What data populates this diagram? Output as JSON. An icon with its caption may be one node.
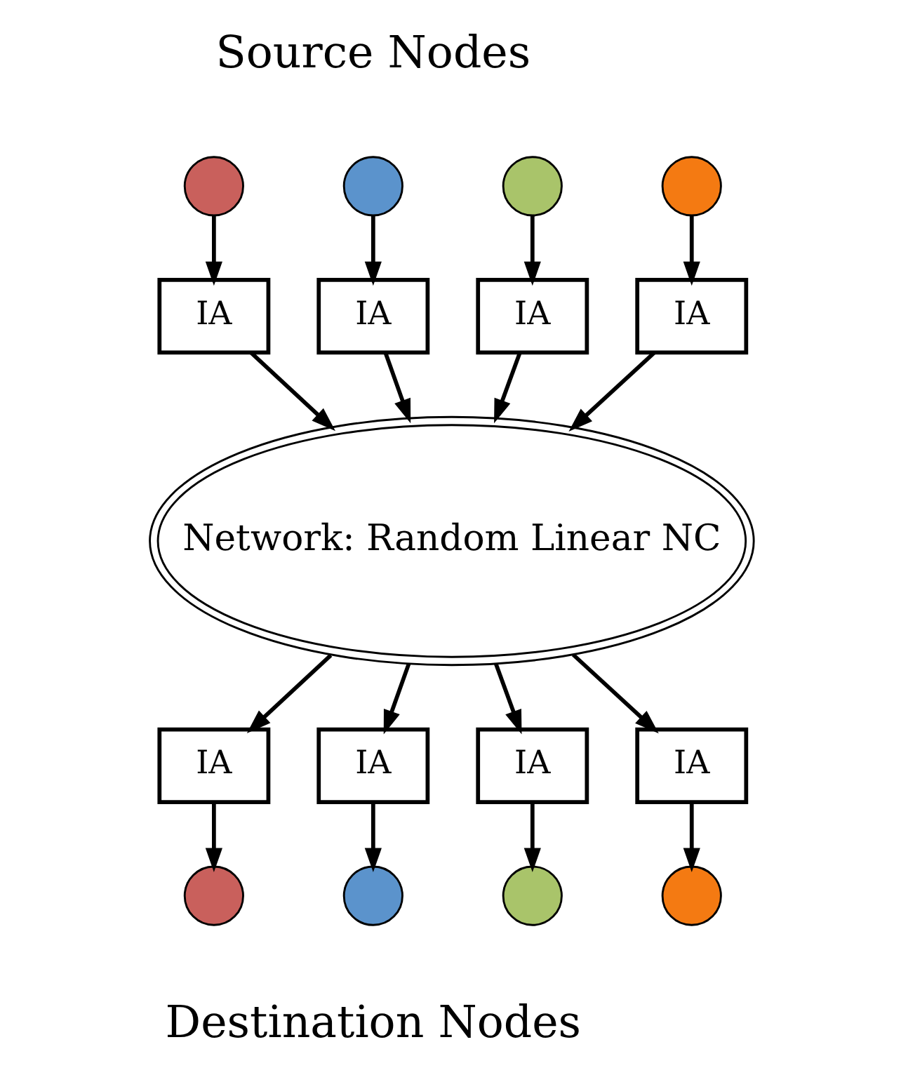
{
  "diagram": {
    "nodes": [
      {
        "text": [],
        "shape": "circle"
      },
      {
        "text": [],
        "shape": "circle"
      },
      {
        "text": [],
        "shape": "circle"
      },
      {
        "text": [],
        "shape": "circle"
      },
      {
        "text": [
          "IA"
        ]
      },
      {
        "text": [
          "IA"
        ]
      },
      {
        "text": [
          "IA"
        ]
      },
      {
        "text": [
          "IA"
        ]
      },
      {
        "text": [
          "Network: Random Linear NC"
        ]
      },
      {
        "text": [
          "IA"
        ]
      },
      {
        "text": [
          "IA"
        ]
      },
      {
        "text": [
          "IA"
        ]
      },
      {
        "text": [
          "IA"
        ]
      },
      {
        "text": [],
        "shape": "circle"
      },
      {
        "text": [],
        "shape": "circle"
      },
      {
        "text": [],
        "shape": "circle"
      },
      {
        "text": [],
        "shape": "circle"
      }
    ],
    "edges": [
      {
        "from": 0,
        "to": 4,
        "arrow": "to"
      },
      {
        "from": 4,
        "to": 8,
        "arrow": "to"
      },
      {
        "from": 1,
        "to": 5,
        "arrow": "to"
      },
      {
        "from": 5,
        "to": 8,
        "arrow": "to"
      },
      {
        "from": 2,
        "to": 6,
        "arrow": "to"
      },
      {
        "from": 6,
        "to": 8,
        "arrow": "to"
      },
      {
        "from": 3,
        "to": 7,
        "arrow": "to"
      },
      {
        "from": 7,
        "to": 8,
        "arrow": "to"
      },
      {
        "from": 8,
        "to": 9,
        "arrow": "to"
      },
      {
        "from": 9,
        "to": 13,
        "arrow": "to"
      },
      {
        "from": 8,
        "to": 10,
        "arrow": "to"
      },
      {
        "from": 10,
        "to": 14,
        "arrow": "to"
      },
      {
        "from": 8,
        "to": 11,
        "arrow": "to"
      },
      {
        "from": 11,
        "to": 15,
        "arrow": "to"
      },
      {
        "from": 8,
        "to": 12,
        "arrow": "to"
      },
      {
        "from": 12,
        "to": 16,
        "arrow": "to"
      }
    ],
    "labels": [
      "Source Nodes",
      "Destination Nodes"
    ]
  }
}
